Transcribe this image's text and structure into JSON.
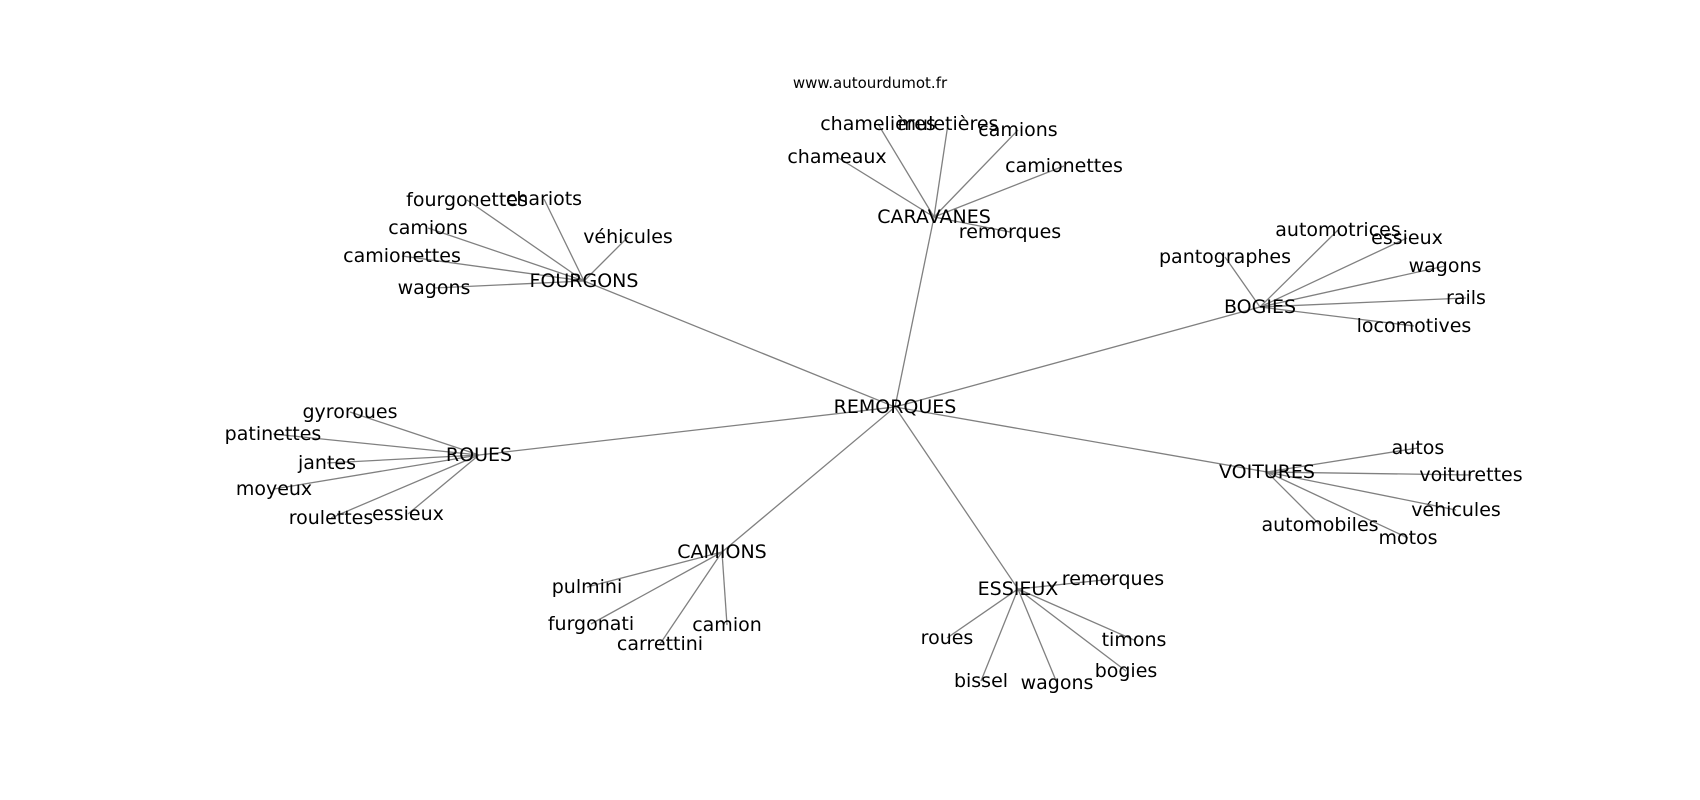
{
  "source": "www.autourdumot.fr",
  "center": "REMORQUES",
  "clusters": [
    {
      "hub": "CARAVANES",
      "leaves": [
        "chamelières",
        "muletières",
        "camions",
        "chameaux",
        "camionettes",
        "remorques"
      ]
    },
    {
      "hub": "FOURGONS",
      "leaves": [
        "fourgonettes",
        "chariots",
        "camions",
        "véhicules",
        "camionettes",
        "wagons"
      ]
    },
    {
      "hub": "BOGIES",
      "leaves": [
        "automotrices",
        "essieux",
        "pantographes",
        "wagons",
        "rails",
        "locomotives"
      ]
    },
    {
      "hub": "ROUES",
      "leaves": [
        "gyroroues",
        "patinettes",
        "jantes",
        "moyeux",
        "roulettes",
        "essieux"
      ]
    },
    {
      "hub": "VOITURES",
      "leaves": [
        "autos",
        "voiturettes",
        "véhicules",
        "automobiles",
        "motos"
      ]
    },
    {
      "hub": "CAMIONS",
      "leaves": [
        "pulmini",
        "furgonati",
        "camion",
        "carrettini"
      ]
    },
    {
      "hub": "ESSIEUX",
      "leaves": [
        "remorques",
        "roues",
        "timons",
        "bogies",
        "bissel",
        "wagons"
      ]
    }
  ]
}
